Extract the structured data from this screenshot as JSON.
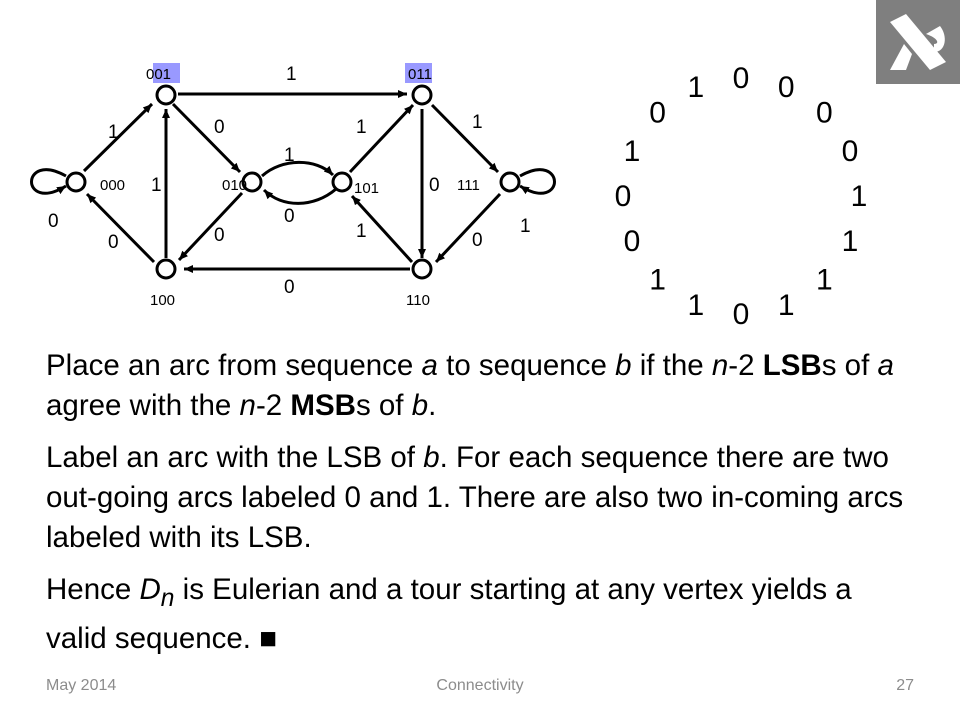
{
  "vertices": [
    {
      "id": "000",
      "label": "000"
    },
    {
      "id": "001",
      "label_prefix": "0",
      "label_highlight": "01"
    },
    {
      "id": "010",
      "label": "010"
    },
    {
      "id": "011",
      "label_highlight": "01",
      "label_suffix": "1"
    },
    {
      "id": "100",
      "label": "100"
    },
    {
      "id": "101",
      "label": "101"
    },
    {
      "id": "110",
      "label": "110"
    },
    {
      "id": "111",
      "label": "111"
    }
  ],
  "edge_labels": {
    "e_000_000": "0",
    "e_000_001": "1",
    "e_001_011": "1",
    "e_001_010": "0",
    "e_100_001": "1",
    "e_100_000": "0",
    "e_010_101": "1",
    "e_101_010": "0",
    "e_010_100": "0",
    "e_101_011": "1",
    "e_011_111": "1",
    "e_011_110": "0",
    "e_111_111": "1",
    "e_111_110": "0",
    "e_110_101": "1",
    "e_110_100": "0"
  },
  "highlight_color": "#9999ff",
  "ring_digits": [
    "0",
    "0",
    "0",
    "0",
    "1",
    "1",
    "1",
    "1",
    "0",
    "1",
    "1",
    "0",
    "0",
    "1",
    "0",
    "1"
  ],
  "paragraph1": {
    "t1": "Place an arc from sequence ",
    "a": "a",
    "t2": " to sequence ",
    "b": "b",
    "t3": " if the ",
    "n": "n",
    "t4": "-2 ",
    "lsb": "LSB",
    "t5": "s of ",
    "a2": "a",
    "t6": " agree with the ",
    "n2": "n",
    "t7": "-2 ",
    "msb": "MSB",
    "t8": "s of ",
    "b2": "b",
    "t9": "."
  },
  "paragraph2": {
    "t1": "Label an arc with the LSB of ",
    "b": "b",
    "t2": ". For each sequence there are two out-going arcs labeled 0 and 1. There are also two in-coming arcs labeled with its LSB."
  },
  "paragraph3": {
    "t1": "Hence ",
    "d": "D",
    "sub": "n",
    "t2": " is Eulerian and a tour starting at any vertex yields a valid sequence.  ",
    "end": "■"
  },
  "footer": {
    "left": "May 2014",
    "center": "Connectivity",
    "right": "27"
  }
}
